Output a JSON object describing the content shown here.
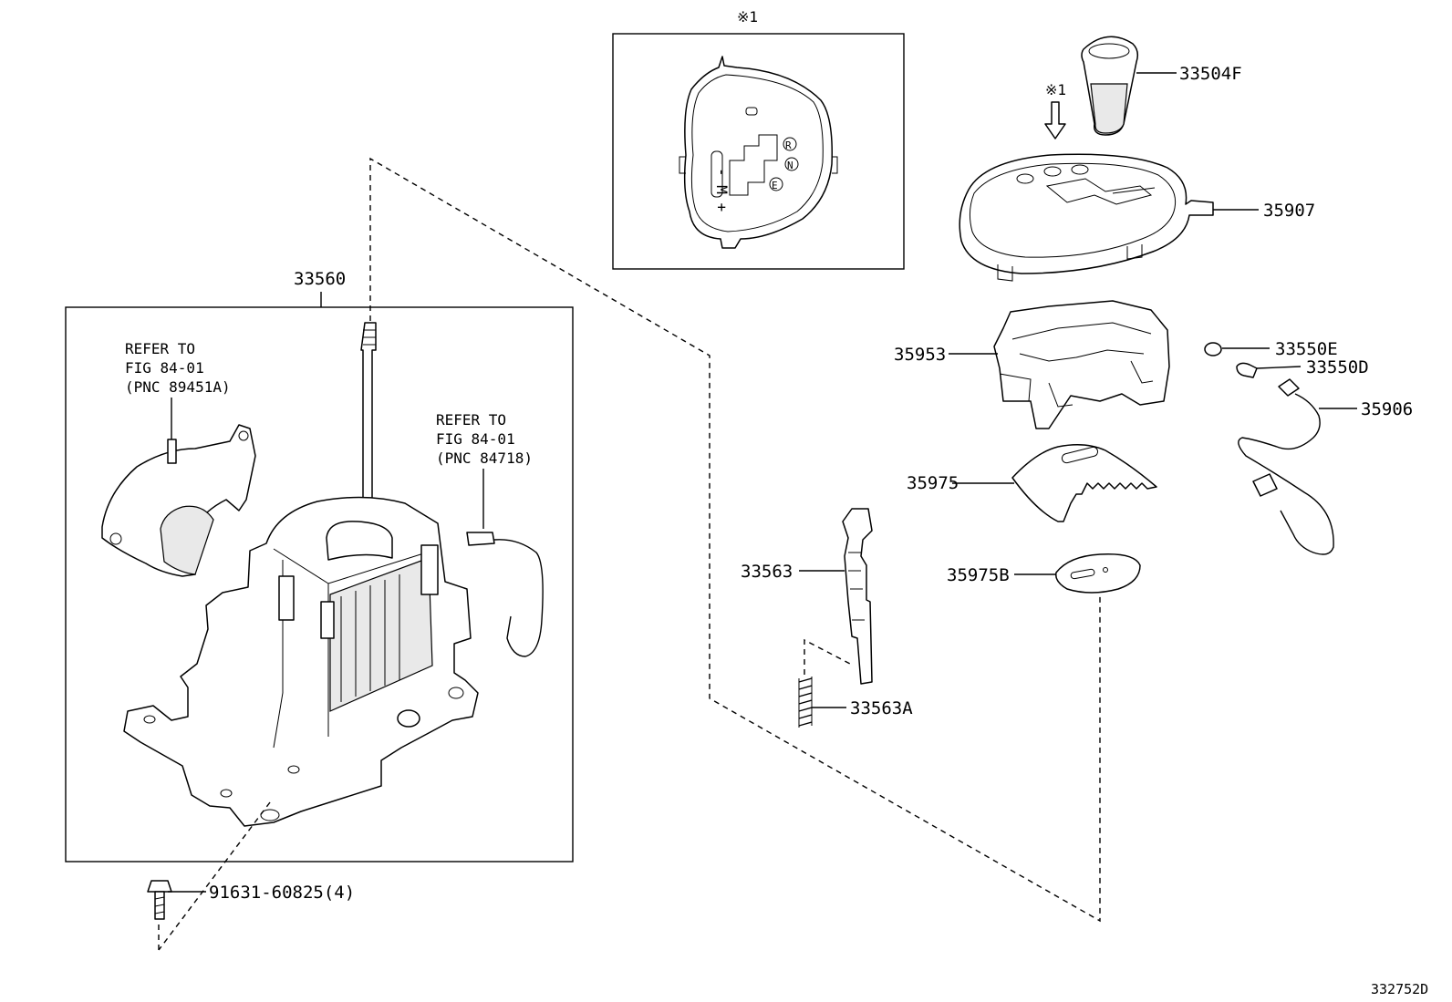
{
  "diagram_code": "332752D",
  "inset": {
    "marker": "※1",
    "gate_letters": [
      "R",
      "N",
      "E"
    ],
    "gate_label": "- M +"
  },
  "arrow_marker": "※1",
  "parts": [
    {
      "id": "p33560",
      "label": "33560"
    },
    {
      "id": "p33504F",
      "label": "33504F"
    },
    {
      "id": "p35907",
      "label": "35907"
    },
    {
      "id": "p35953",
      "label": "35953"
    },
    {
      "id": "p33550E",
      "label": "33550E"
    },
    {
      "id": "p33550D",
      "label": "33550D"
    },
    {
      "id": "p35906",
      "label": "35906"
    },
    {
      "id": "p35975",
      "label": "35975"
    },
    {
      "id": "p33563",
      "label": "33563"
    },
    {
      "id": "p35975B",
      "label": "35975B"
    },
    {
      "id": "p33563A",
      "label": "33563A"
    },
    {
      "id": "p91631",
      "label": "91631-60825(4)"
    }
  ],
  "references": [
    {
      "lines": [
        "REFER TO",
        "FIG 84-01",
        "(PNC 89451A)"
      ]
    },
    {
      "lines": [
        "REFER TO",
        "FIG 84-01",
        "(PNC 84718)"
      ]
    }
  ]
}
